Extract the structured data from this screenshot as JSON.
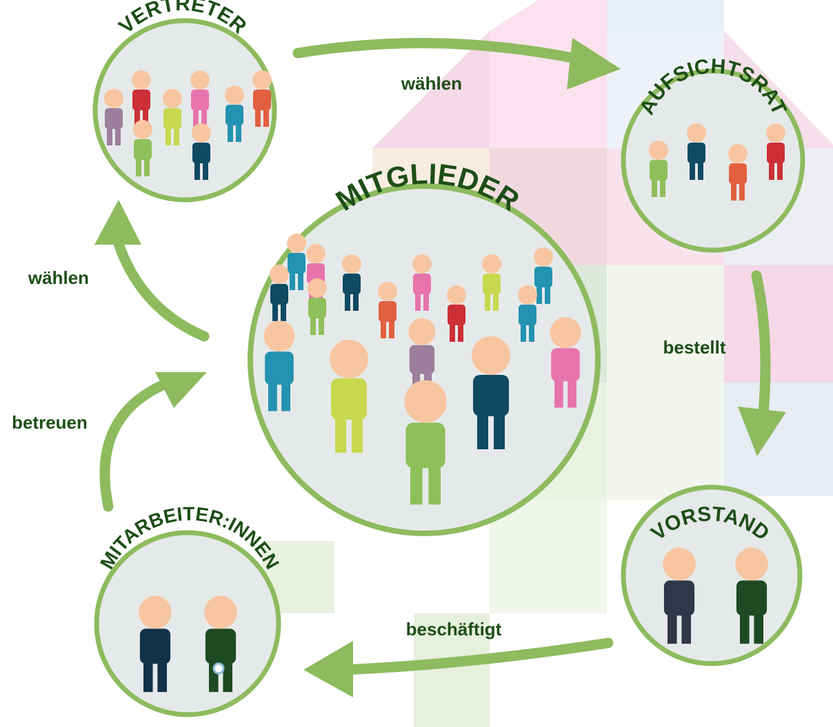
{
  "colors": {
    "arrow": "#8dbb5e",
    "ring": "#8dbb5e",
    "title": "#1d4e17",
    "edge_label": "#1d4e17",
    "circle_fill": "#e6e9e9"
  },
  "nodes": {
    "mitglieder": {
      "title": "MITGLIEDER"
    },
    "vertreter": {
      "title": "VERTRETER"
    },
    "aufsichtsrat": {
      "title": "AUFSICHTSRAT"
    },
    "vorstand": {
      "title": "VORSTAND"
    },
    "mitarbeiter": {
      "title": "MITARBEITER:INNEN"
    }
  },
  "edges": {
    "vertreter_to_aufsichtsrat": "wählen",
    "mitglieder_to_vertreter": "wählen",
    "aufsichtsrat_to_vorstand": "bestellt",
    "vorstand_to_mitarbeiter": "beschäftigt",
    "mitarbeiter_to_mitglieder": "betreuen"
  }
}
